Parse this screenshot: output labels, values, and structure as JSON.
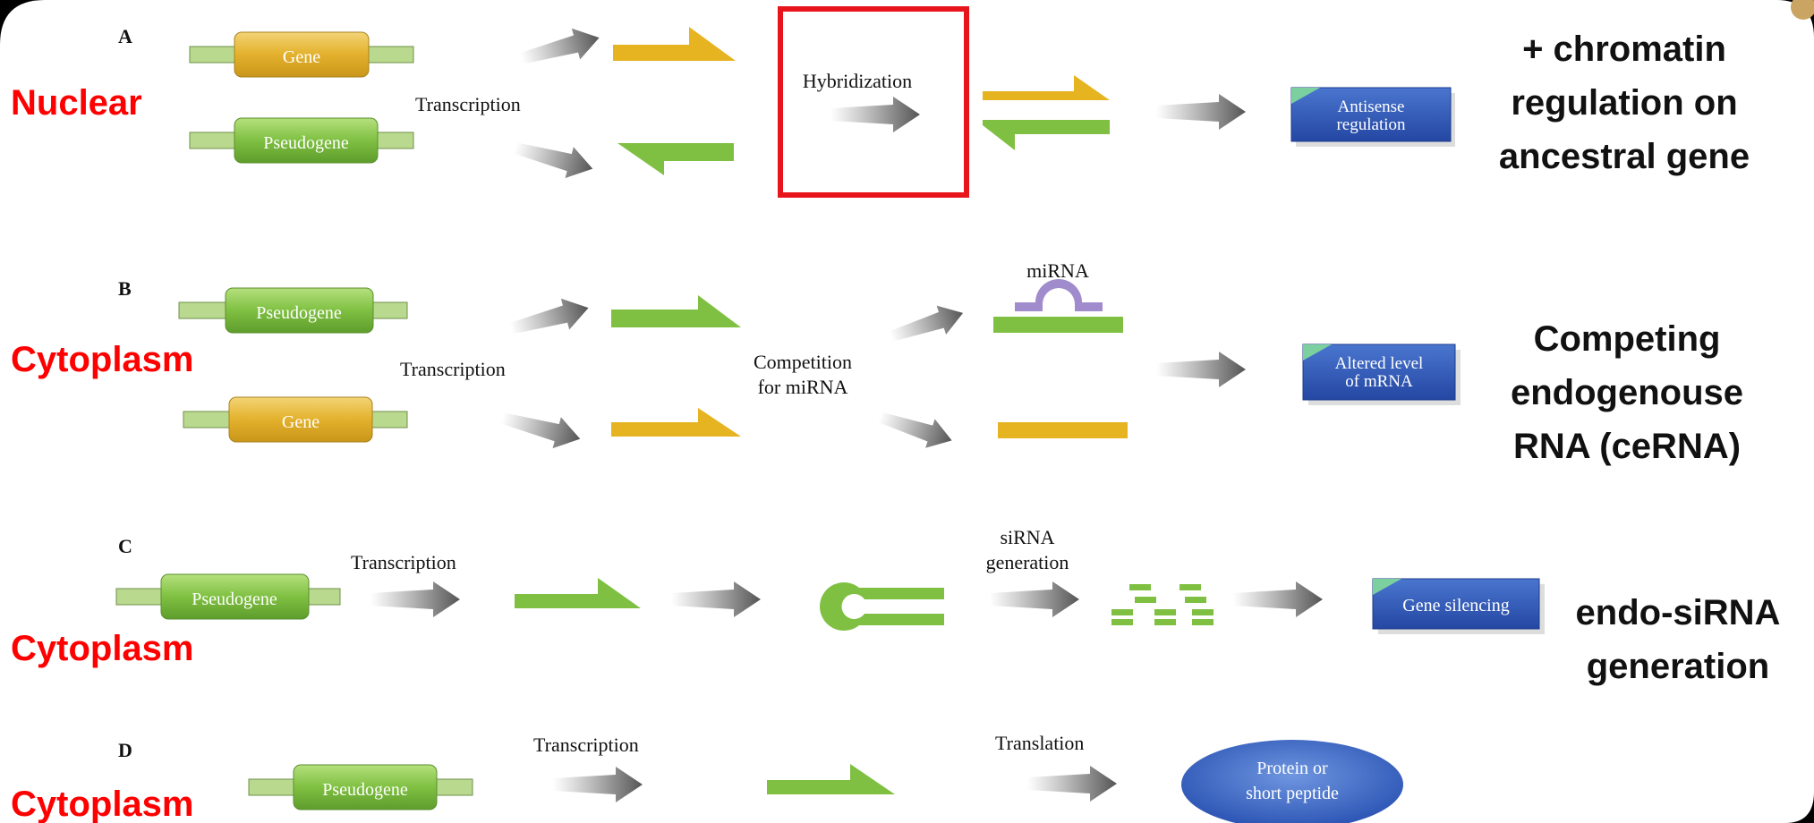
{
  "panels": {
    "A": {
      "letter": "A",
      "location": "Nuclear",
      "gene1": "Gene",
      "gene2": "Pseudogene",
      "step1": "Transcription",
      "step2": "Hybridization",
      "outcome": "Antisense regulation",
      "outcome_line1": "Antisense",
      "outcome_line2": "regulation",
      "note_line1": "+ chromatin",
      "note_line2": "regulation on",
      "note_line3": "ancestral gene"
    },
    "B": {
      "letter": "B",
      "location": "Cytoplasm",
      "gene1": "Pseudogene",
      "gene2": "Gene",
      "step1": "Transcription",
      "step2_line1": "Competition",
      "step2_line2": "for miRNA",
      "mirna": "miRNA",
      "outcome_line1": "Altered level",
      "outcome_line2": "of mRNA",
      "note_line1": "Competing",
      "note_line2": "endogenouse",
      "note_line3": "RNA (ceRNA)"
    },
    "C": {
      "letter": "C",
      "location": "Cytoplasm",
      "gene1": "Pseudogene",
      "step1": "Transcription",
      "step2_line1": "siRNA",
      "step2_line2": "generation",
      "outcome": "Gene silencing",
      "note_line1": "endo-siRNA",
      "note_line2": "generation"
    },
    "D": {
      "letter": "D",
      "location": "Cytoplasm",
      "gene1": "Pseudogene",
      "step1": "Transcription",
      "step2": "Translation",
      "outcome_line1": "Protein or",
      "outcome_line2": "short peptide"
    }
  },
  "colors": {
    "location_label": "#ff0000",
    "highlight_box": "#e8141c",
    "gene_gold": "#e6b321",
    "pseudogene_green": "#7fc042",
    "outcome_blue": "#2f58b6",
    "arrow_gray": "#6e6e6e",
    "mirna_purple": "#a08ccd"
  }
}
